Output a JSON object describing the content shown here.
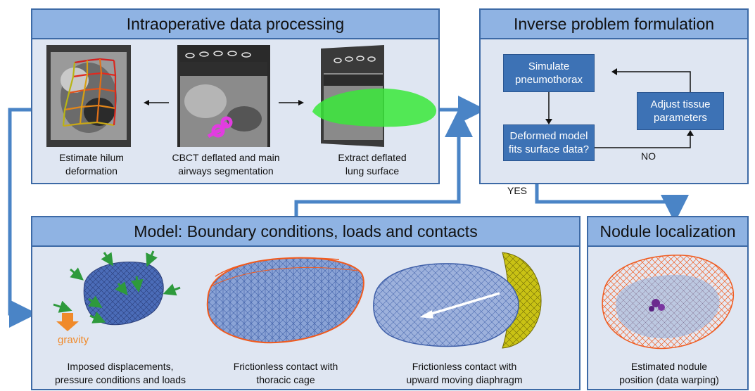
{
  "panels": {
    "intraop": {
      "title": "Intraoperative data processing",
      "captions": [
        "Estimate hilum\ndeformation",
        "CBCT deflated and main\nairways segmentation",
        "Extract deflated\nlung surface"
      ]
    },
    "inverse": {
      "title": "Inverse problem formulation",
      "boxes": {
        "simulate": "Simulate\npneumothorax",
        "fits": "Deformed model\nfits surface data?",
        "adjust": "Adjust tissue\nparameters"
      },
      "no_label": "NO",
      "yes_label": "YES"
    },
    "model": {
      "title": "Model: Boundary conditions, loads and contacts",
      "gravity_label": "gravity",
      "captions": [
        "Imposed displacements,\npressure conditions and loads",
        "Frictionless contact with\nthoracic cage",
        "Frictionless contact with\nupward moving diaphragm"
      ]
    },
    "nodule": {
      "title": "Nodule localization",
      "caption": "Estimated nodule\nposition (data warping)"
    }
  },
  "colors": {
    "panel_border": "#3d6aa6",
    "panel_fill": "#dfe6f2",
    "header_fill": "#8fb3e3",
    "box_fill": "#3d72b5",
    "connector": "#4a84c6",
    "mesh_blue": "#3f5fa8",
    "mesh_orange": "#f05a1e",
    "diaphragm_yellow": "#c9c214",
    "segmentation_green": "#39e83a",
    "airway_magenta": "#e23ce0",
    "gravity_orange": "#f08a2a",
    "force_green": "#2e9a3c"
  }
}
